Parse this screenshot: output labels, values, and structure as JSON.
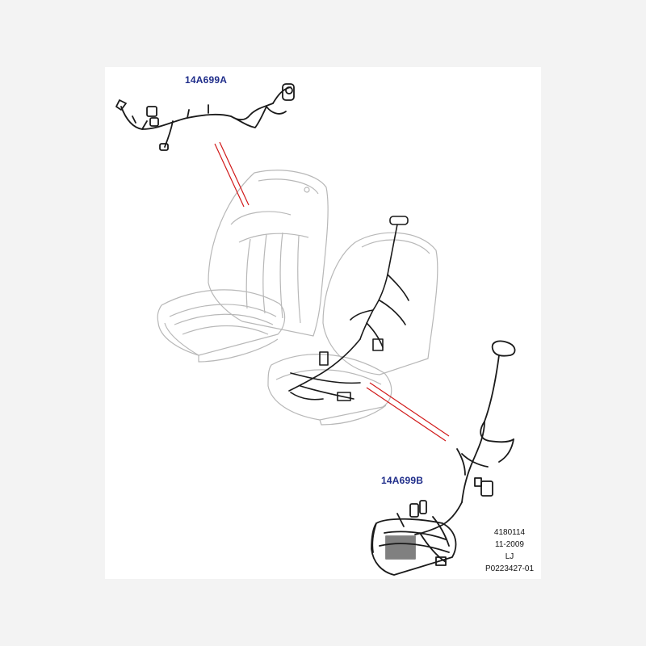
{
  "callouts": {
    "upper_part": "14A699A",
    "lower_part": "14A699B"
  },
  "reference_block": {
    "line1": "4180114",
    "line2": "11-2009",
    "line3": "LJ",
    "line4": "P0223427-01"
  },
  "colors": {
    "callout_text": "#1f2d8a",
    "leader_lines": "#d11a1a",
    "seat_outline": "#b8b8b8",
    "harness": "#1a1a1a"
  }
}
